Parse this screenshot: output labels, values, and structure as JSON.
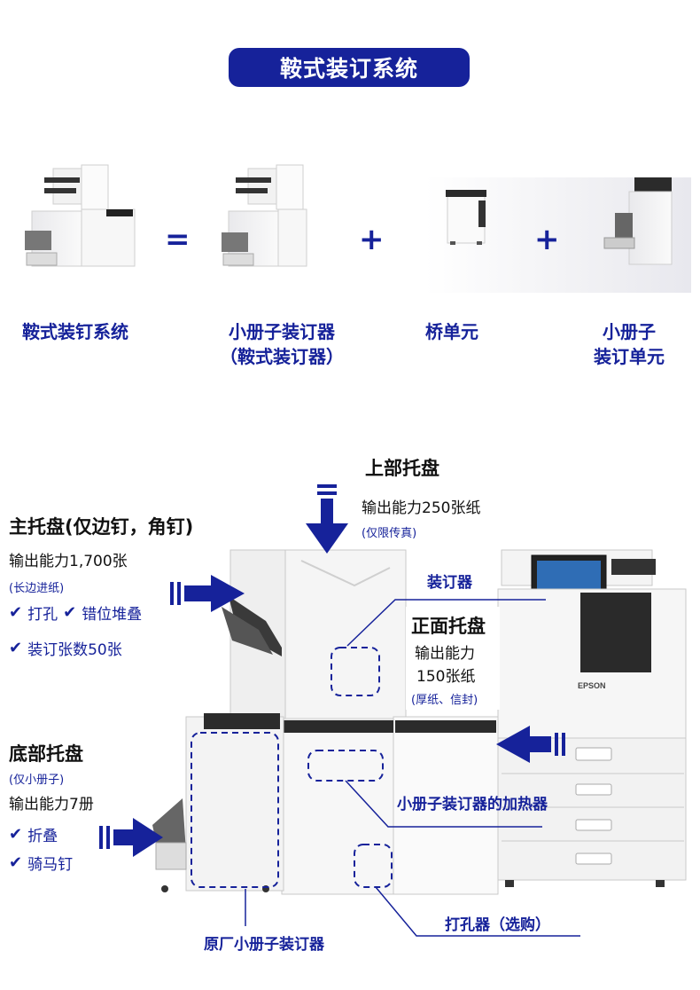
{
  "header": {
    "title": "鞍式装订系统"
  },
  "equation": {
    "equals": "=",
    "plus": "+",
    "items": [
      {
        "line1": "鞍式装钉系统",
        "line2": ""
      },
      {
        "line1": "小册子装订器",
        "line2": "（鞍式装订器）"
      },
      {
        "line1": "桥单元",
        "line2": ""
      },
      {
        "line1": "小册子",
        "line2": "装订单元"
      }
    ]
  },
  "upper_tray": {
    "title": "上部托盘",
    "capacity": "输出能力250张纸",
    "note": "(仅限传真)"
  },
  "main_tray": {
    "title": "主托盘(仅边钉，角钉)",
    "capacity": "输出能力1,700张",
    "note": "(长边进纸)",
    "feature1": "打孔",
    "feature2": "错位堆叠",
    "feature3": "装订张数50张"
  },
  "stapler": {
    "label": "装订器"
  },
  "face_tray": {
    "title": "正面托盘",
    "line1": "输出能力",
    "line2": "150张纸",
    "note": "(厚纸、信封)"
  },
  "heater": {
    "label": "小册子装订器的加热器"
  },
  "bottom_tray": {
    "title": "底部托盘",
    "note": "(仅小册子)",
    "capacity": "输出能力7册",
    "feature1": "折叠",
    "feature2": "骑马钉"
  },
  "punch": {
    "label": "打孔器（选购）"
  },
  "booklet_finisher": {
    "label": "原厂小册子装订器"
  },
  "machine": {
    "brand": "EPSON"
  },
  "check_symbol": "✔"
}
